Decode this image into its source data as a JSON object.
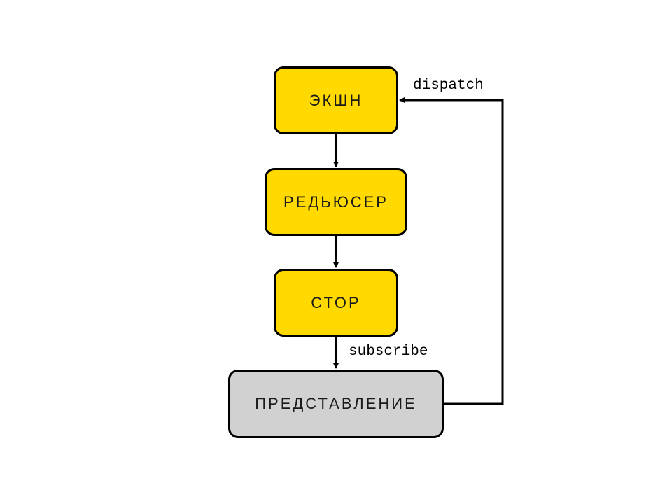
{
  "nodes": {
    "action": {
      "label": "ЭКШН",
      "color": "#FFD900"
    },
    "reducer": {
      "label": "РЕДЬЮСЕР",
      "color": "#FFD900"
    },
    "store": {
      "label": "СТОР",
      "color": "#FFD900"
    },
    "view": {
      "label": "ПРЕДСТАВЛЕНИЕ",
      "color": "#D1D1D1"
    }
  },
  "edges": {
    "action_to_reducer": {
      "from": "ЭКШН",
      "to": "РЕДЬЮСЕР"
    },
    "reducer_to_store": {
      "from": "РЕДЬЮСЕР",
      "to": "СТОР"
    },
    "store_to_view": {
      "from": "СТОР",
      "to": "ПРЕДСТАВЛЕНИЕ",
      "label": "subscribe"
    },
    "view_to_action": {
      "from": "ПРЕДСТАВЛЕНИЕ",
      "to": "ЭКШН",
      "label": "dispatch"
    }
  }
}
